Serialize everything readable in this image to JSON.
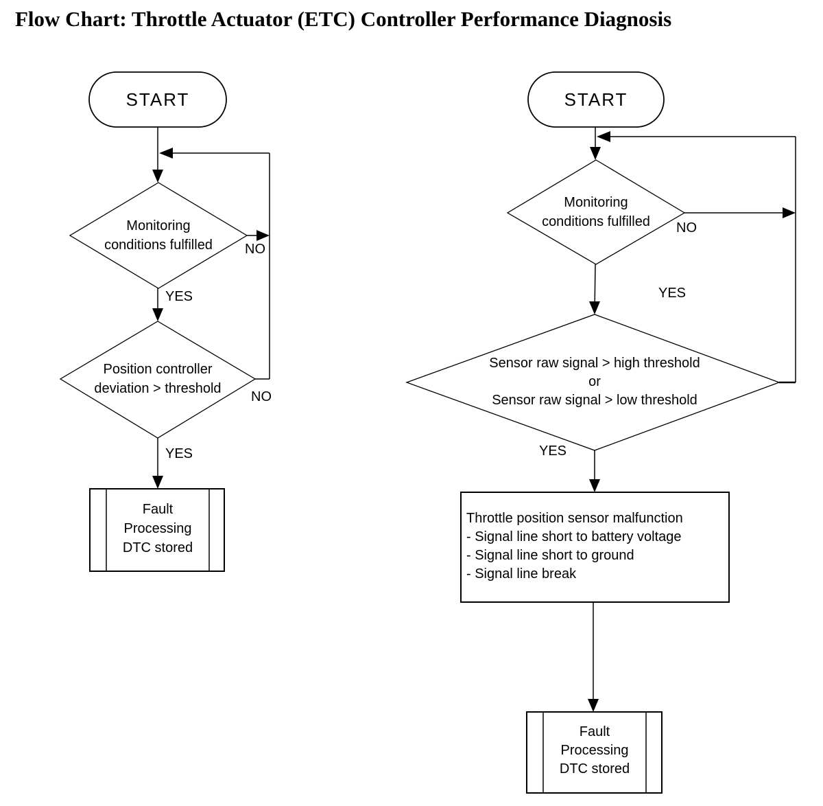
{
  "title": "Flow Chart: Throttle Actuator (ETC) Controller Performance Diagnosis",
  "colors": {
    "background": "#ffffff",
    "line": "#000000"
  },
  "left_chart": {
    "start_label": "START",
    "decision1": {
      "lines": [
        "Monitoring",
        "conditions fulfilled"
      ],
      "no_label": "NO",
      "yes_label": "YES"
    },
    "decision2": {
      "lines": [
        "Position controller",
        "deviation > threshold"
      ],
      "no_label": "NO",
      "yes_label": "YES"
    },
    "fault_box": {
      "lines": [
        "Fault",
        "Processing",
        "DTC stored"
      ]
    }
  },
  "right_chart": {
    "start_label": "START",
    "decision1": {
      "lines": [
        "Monitoring",
        "conditions fulfilled"
      ],
      "no_label": "NO",
      "yes_label": "YES"
    },
    "decision2": {
      "lines": [
        "Sensor raw signal > high threshold",
        "or",
        "Sensor raw signal > low threshold"
      ],
      "yes_label": "YES"
    },
    "malfunction_box": {
      "lines": [
        "Throttle position sensor malfunction",
        "- Signal line short to battery voltage",
        "- Signal line short to ground",
        "- Signal line break"
      ]
    },
    "fault_box": {
      "lines": [
        "Fault",
        "Processing",
        "DTC stored"
      ]
    }
  }
}
